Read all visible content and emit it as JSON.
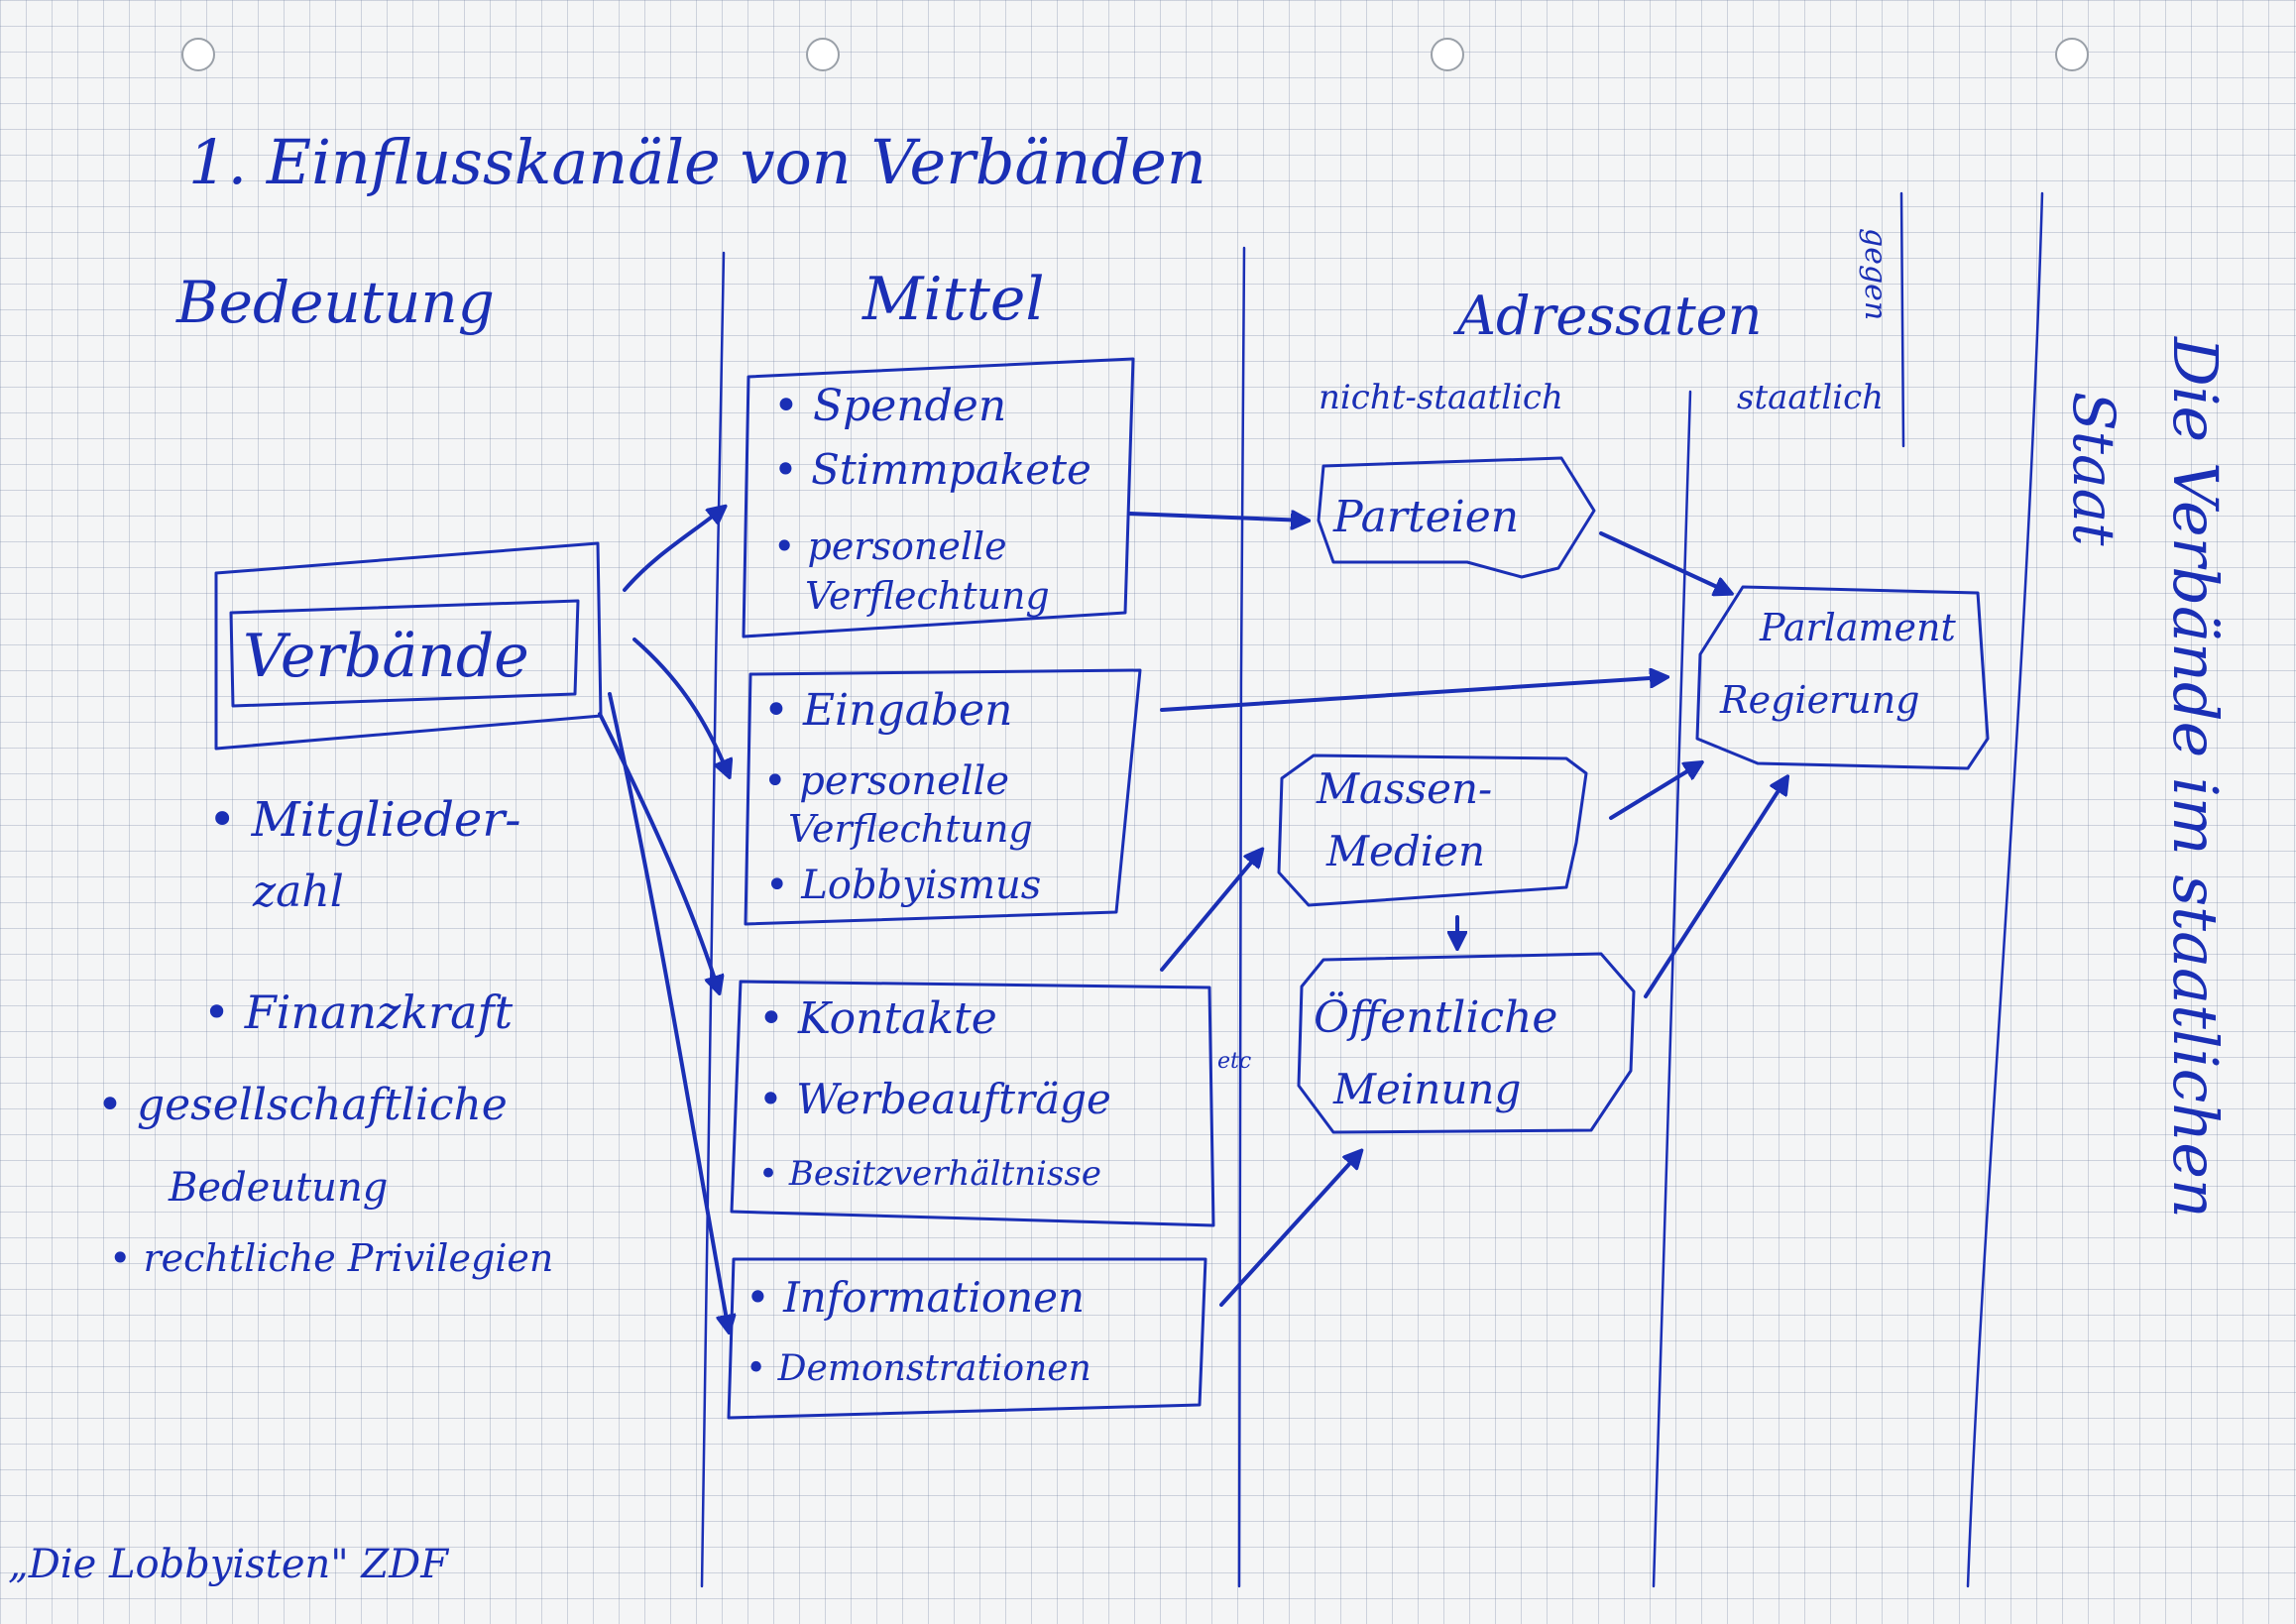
{
  "title": "1. Einflusskanäle von Verbänden",
  "headers": {
    "bedeutung": "Bedeutung",
    "mittel": "Mittel",
    "adressaten": "Adressaten",
    "gegen": "gegen",
    "nicht_staatlich": "nicht-staatlich",
    "staatlich": "staatlich"
  },
  "verbaende": {
    "label": "Verbände",
    "bedeutung_items": [
      "• Mitglieder-",
      "zahl",
      "• Finanzkraft",
      "• gesellschaftliche",
      "Bedeutung",
      "• rechtliche Privilegien"
    ]
  },
  "mittel_groups": [
    [
      "• Spenden",
      "• Stimmpakete",
      "• personelle",
      "Verflechtung"
    ],
    [
      "• Eingaben",
      "• personelle",
      "Verflechtung",
      "• Lobbyismus"
    ],
    [
      "• Kontakte",
      "• Werbeaufträge",
      "• Besitzverhältnisse"
    ],
    [
      "• Informationen",
      "• Demonstrationen"
    ]
  ],
  "adressaten": {
    "parteien": "Parteien",
    "massenmedien": [
      "Massen-",
      "Medien"
    ],
    "oeffentliche_meinung": [
      "Öffentliche",
      "Meinung"
    ],
    "parlament_regierung": [
      "Parlament",
      "Regierung"
    ]
  },
  "side_note": [
    "Die Verbände im staatlichen",
    "Staat"
  ],
  "small_note": "etc",
  "source": "„Die Lobbyisten\" ZDF"
}
